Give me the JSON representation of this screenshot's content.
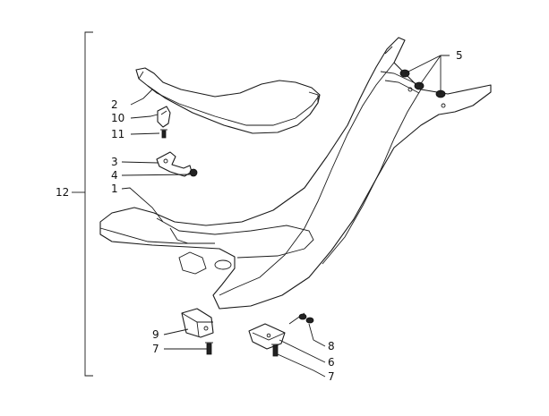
{
  "callouts": {
    "l1": "1",
    "l2": "2",
    "l3": "3",
    "l4": "4",
    "l5": "5",
    "l6": "6",
    "l7a": "7",
    "l7b": "7",
    "l8": "8",
    "l9": "9",
    "l10": "10",
    "l11": "11",
    "l12": "12"
  }
}
